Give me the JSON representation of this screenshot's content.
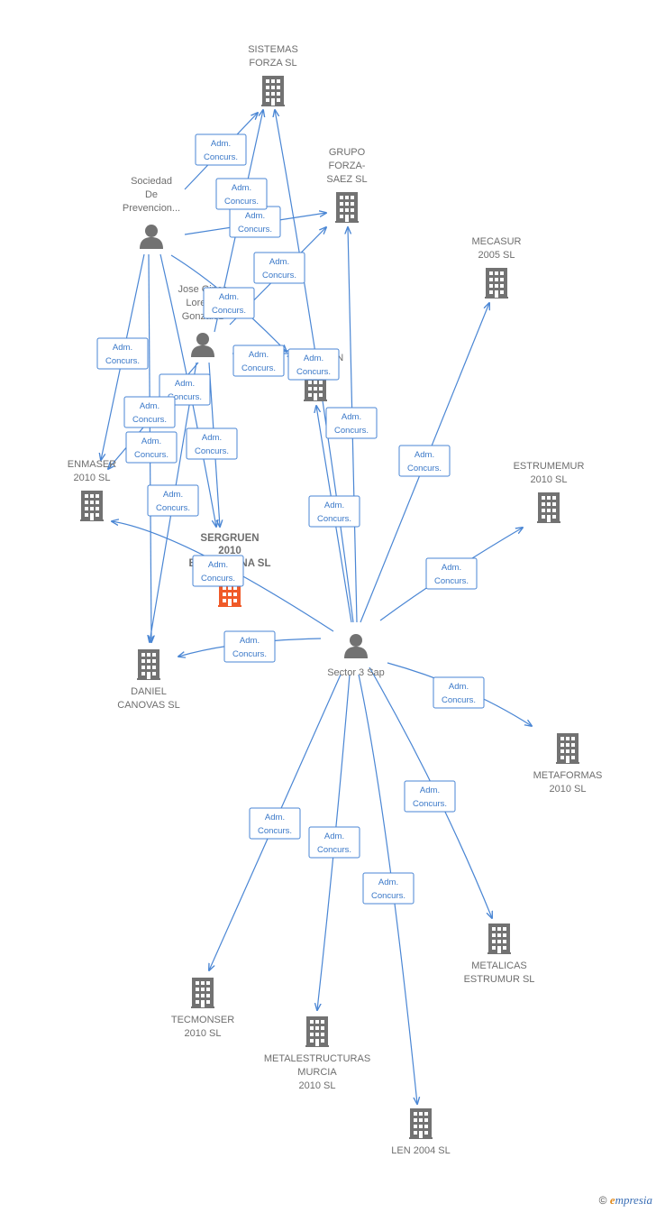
{
  "colors": {
    "edge": "#4a86d4",
    "node": "#727272",
    "highlight": "#f05a28",
    "label_text": "#3a78c8"
  },
  "nodes": [
    {
      "id": "sistemas",
      "type": "company",
      "lines": [
        "SISTEMAS",
        "FORZA SL"
      ]
    },
    {
      "id": "grupo",
      "type": "company",
      "lines": [
        "GRUPO",
        "FORZA-",
        "SAEZ SL"
      ]
    },
    {
      "id": "mecasur",
      "type": "company",
      "lines": [
        "MECASUR",
        "2005 SL"
      ]
    },
    {
      "id": "sociedad",
      "type": "person",
      "lines": [
        "Sociedad",
        "De",
        "Prevencion..."
      ]
    },
    {
      "id": "jose",
      "type": "person",
      "lines": [
        "Jose Gines",
        "Lorente",
        "Gonzalez"
      ]
    },
    {
      "id": "sergruen",
      "type": "company",
      "lines": [
        "SERGRUEN"
      ]
    },
    {
      "id": "enmaser",
      "type": "company",
      "lines": [
        "ENMASER",
        "2010 SL"
      ]
    },
    {
      "id": "estrumemur",
      "type": "company",
      "lines": [
        "ESTRUMEMUR",
        "2010 SL"
      ]
    },
    {
      "id": "sergruen2010",
      "type": "company",
      "highlight": true,
      "lines": [
        "SERGRUEN",
        "2010",
        "BARCELONA SL"
      ]
    },
    {
      "id": "daniel",
      "type": "company",
      "lines": [
        "DANIEL",
        "CANOVAS SL"
      ]
    },
    {
      "id": "sector3",
      "type": "person",
      "lines": [
        "Sector 3 Sap"
      ]
    },
    {
      "id": "metaformas",
      "type": "company",
      "lines": [
        "METAFORMAS",
        "2010 SL"
      ]
    },
    {
      "id": "metalicas",
      "type": "company",
      "lines": [
        "METALICAS",
        "ESTRUMUR SL"
      ]
    },
    {
      "id": "tecmonser",
      "type": "company",
      "lines": [
        "TECMONSER",
        "2010 SL"
      ]
    },
    {
      "id": "metalestructuras",
      "type": "company",
      "lines": [
        "METALESTRUCTURAS",
        "MURCIA",
        "2010 SL"
      ]
    },
    {
      "id": "len",
      "type": "company",
      "lines": [
        "LEN 2004 SL"
      ]
    }
  ],
  "edges": [
    {
      "from": "sociedad",
      "to": "sistemas",
      "label": [
        "Adm.",
        "Concurs."
      ]
    },
    {
      "from": "sociedad",
      "to": "grupo",
      "label": [
        "Adm.",
        "Concurs."
      ]
    },
    {
      "from": "sociedad",
      "to": "sergruen",
      "label": [
        "Adm.",
        "Concurs."
      ]
    },
    {
      "from": "sociedad",
      "to": "enmaser",
      "label": [
        "Adm.",
        "Concurs."
      ]
    },
    {
      "from": "sociedad",
      "to": "sergruen2010",
      "label": [
        "Adm.",
        "Concurs."
      ]
    },
    {
      "from": "sociedad",
      "to": "daniel",
      "label": [
        "Adm.",
        "Concurs."
      ]
    },
    {
      "from": "jose",
      "to": "sistemas",
      "label": [
        "Adm.",
        "Concurs."
      ]
    },
    {
      "from": "jose",
      "to": "grupo",
      "label": [
        "Adm.",
        "Concurs."
      ]
    },
    {
      "from": "jose",
      "to": "sergruen",
      "label": [
        "Adm.",
        "Concurs."
      ]
    },
    {
      "from": "jose",
      "to": "enmaser",
      "label": [
        "Adm.",
        "Concurs."
      ]
    },
    {
      "from": "jose",
      "to": "sergruen2010",
      "label": [
        "Adm.",
        "Concurs."
      ]
    },
    {
      "from": "jose",
      "to": "daniel",
      "label": [
        "Adm.",
        "Concurs."
      ]
    },
    {
      "from": "sector3",
      "to": "sistemas",
      "label": [
        "Adm.",
        "Concurs."
      ]
    },
    {
      "from": "sector3",
      "to": "grupo",
      "label": [
        "Adm.",
        "Concurs."
      ]
    },
    {
      "from": "sector3",
      "to": "sergruen",
      "label": [
        "Adm.",
        "Concurs."
      ]
    },
    {
      "from": "sector3",
      "to": "mecasur",
      "label": [
        "Adm.",
        "Concurs."
      ]
    },
    {
      "from": "sector3",
      "to": "estrumemur",
      "label": [
        "Adm.",
        "Concurs."
      ]
    },
    {
      "from": "sector3",
      "to": "enmaser",
      "label": [
        "Adm.",
        "Concurs."
      ]
    },
    {
      "from": "sector3",
      "to": "daniel",
      "label": [
        "Adm.",
        "Concurs."
      ]
    },
    {
      "from": "sector3",
      "to": "metaformas",
      "label": [
        "Adm.",
        "Concurs."
      ]
    },
    {
      "from": "sector3",
      "to": "metalicas",
      "label": [
        "Adm.",
        "Concurs."
      ]
    },
    {
      "from": "sector3",
      "to": "tecmonser",
      "label": [
        "Adm.",
        "Concurs."
      ]
    },
    {
      "from": "sector3",
      "to": "metalestructuras",
      "label": [
        "Adm.",
        "Concurs."
      ]
    },
    {
      "from": "sector3",
      "to": "len",
      "label": [
        "Adm.",
        "Concurs."
      ]
    }
  ],
  "footer": {
    "copyright": "©",
    "brand_initial": "e",
    "brand_rest": "mpresia"
  }
}
